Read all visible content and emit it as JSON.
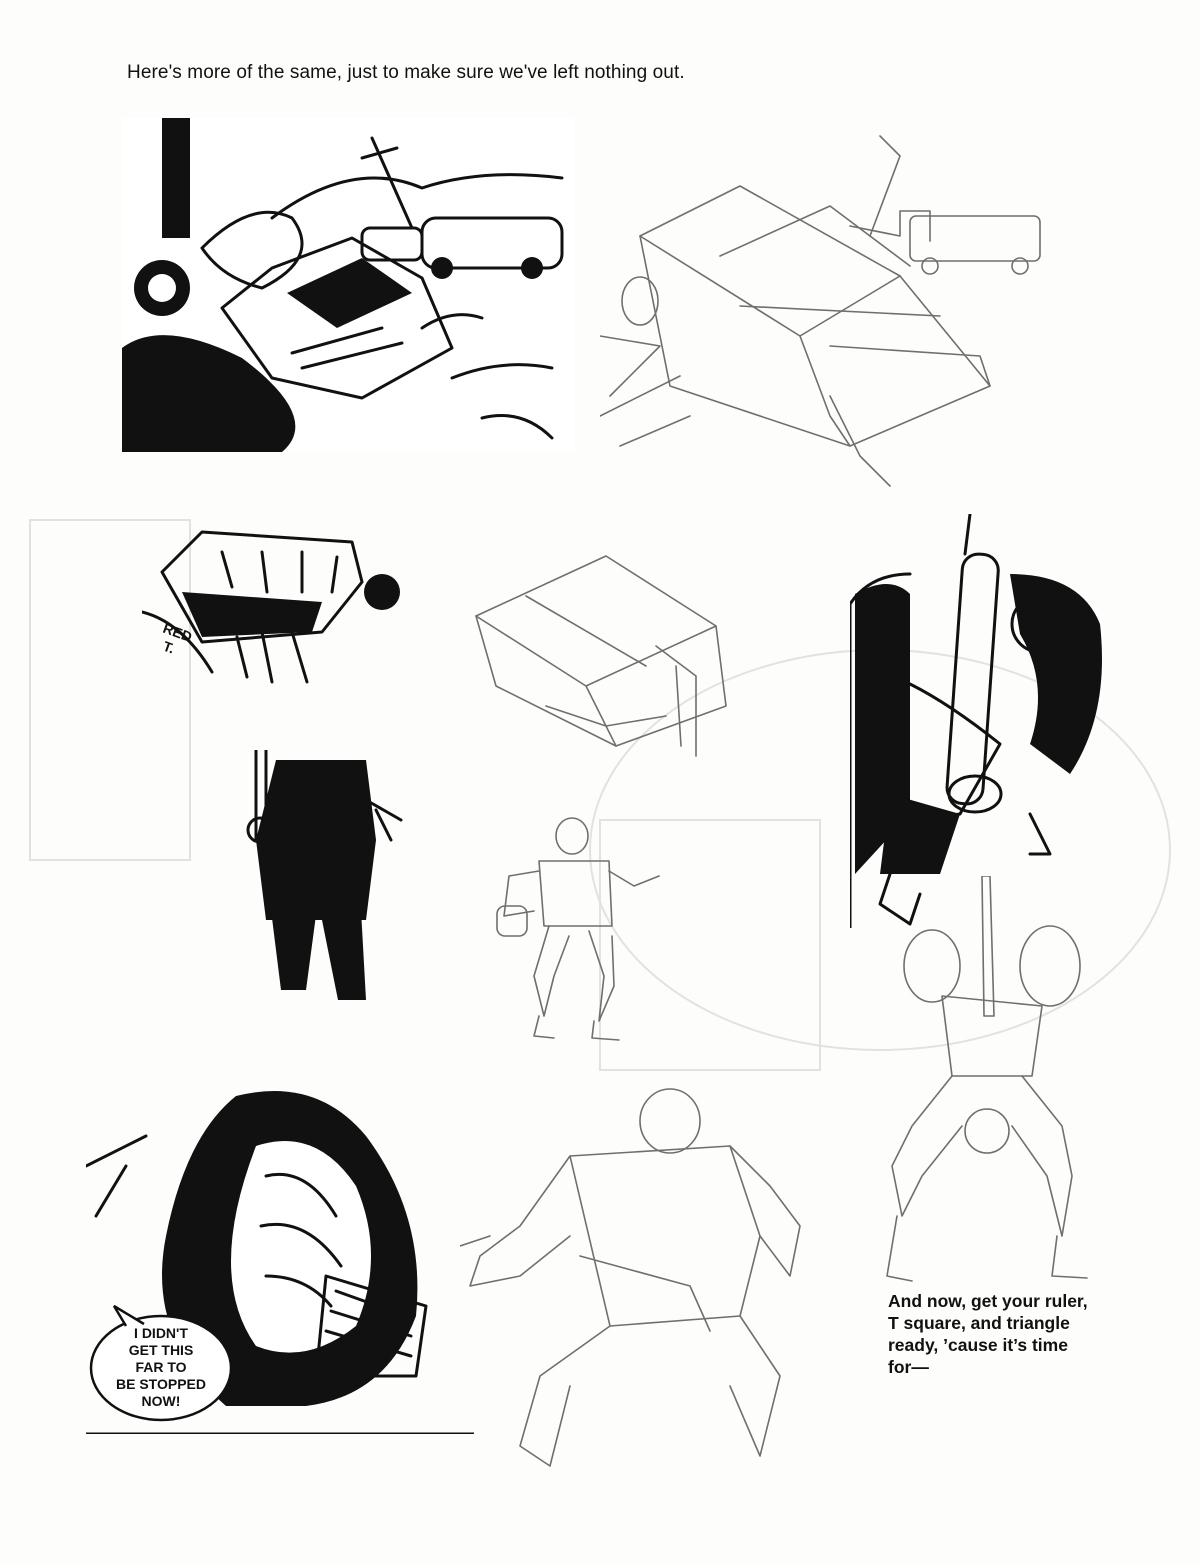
{
  "page": {
    "intro_text": "Here's more of the same, just to make sure we've left nothing out.",
    "outro_lines": [
      "And now, get your ruler,",
      "T square, and triangle",
      "ready, ’cause it’s time",
      "for—"
    ]
  },
  "balloon": {
    "lines": [
      "I DIDN'T",
      "GET THIS",
      "FAR TO",
      "BE STOPPED",
      "NOW!"
    ]
  },
  "partial_lettering": {
    "lines": [
      "RED",
      "T."
    ]
  }
}
